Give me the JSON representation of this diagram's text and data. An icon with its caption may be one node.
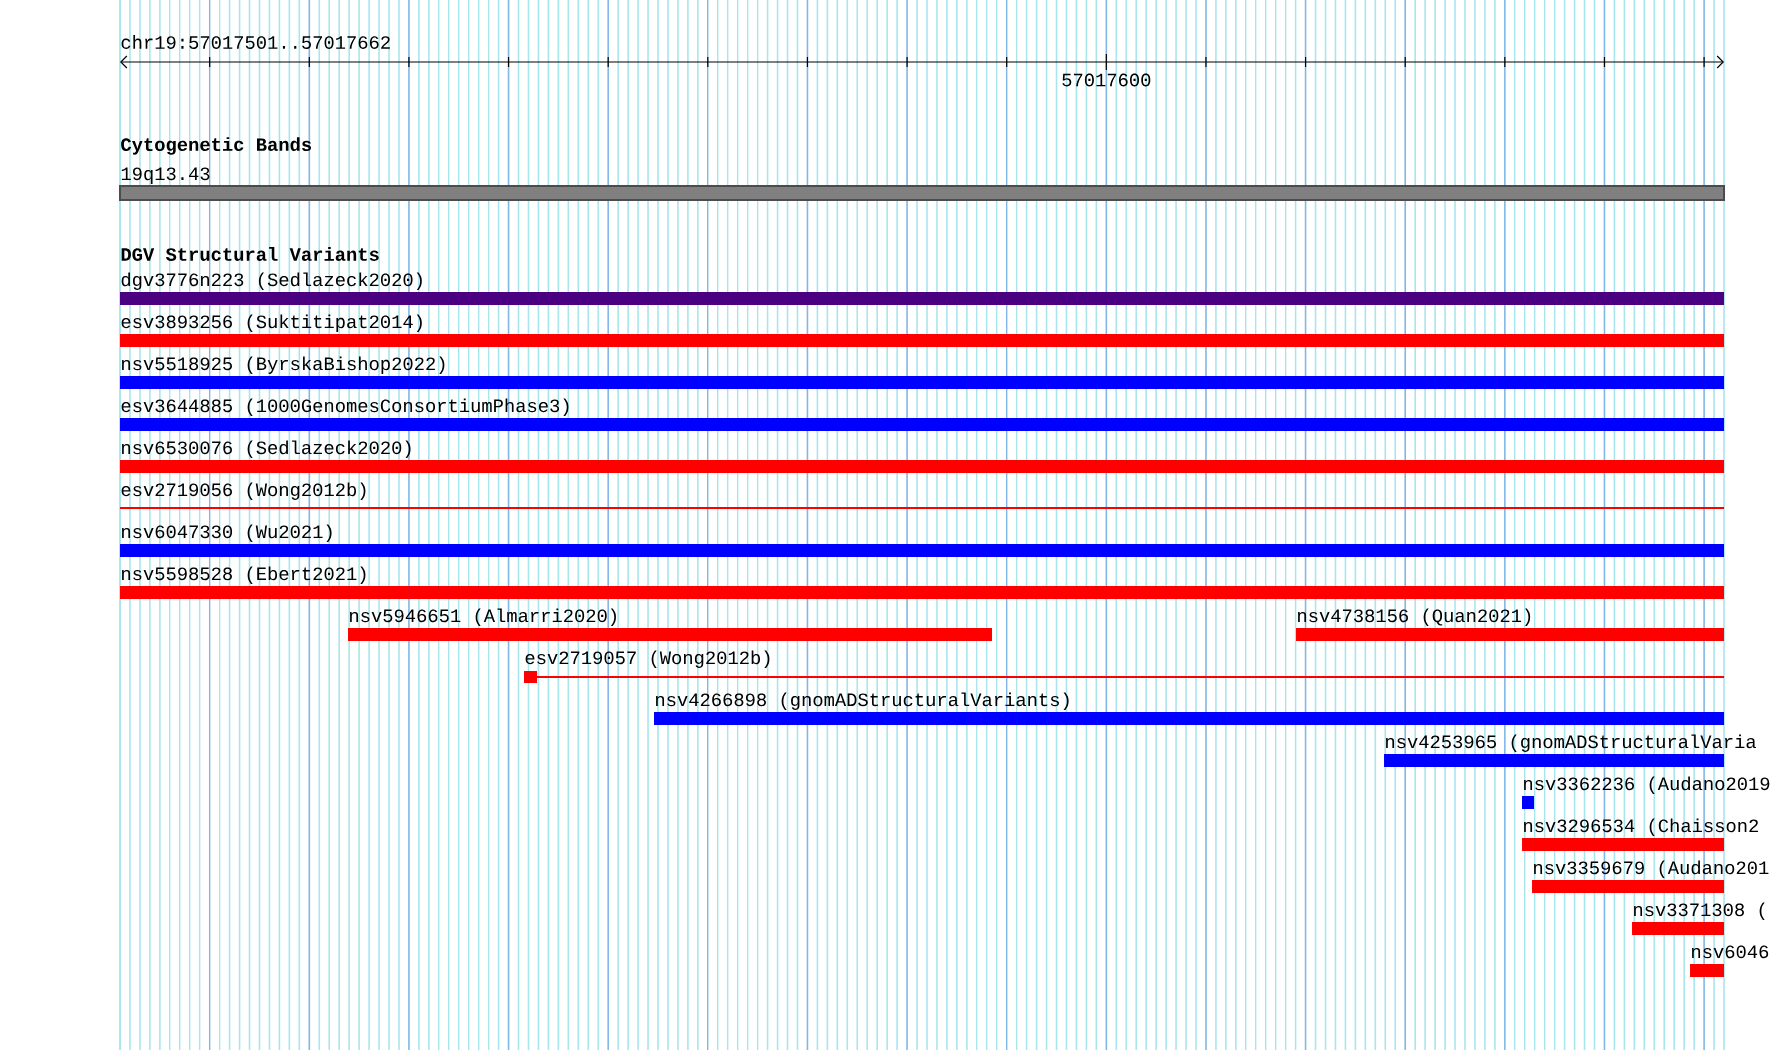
{
  "diagram": {
    "nodes": [
      {
        "text": [
          "19q13.43"
        ]
      },
      {
        "text": [
          "dgv3776n223 (Sedlazeck2020)"
        ]
      },
      {
        "text": [
          "esv3893256 (Suktitipat2014)"
        ]
      },
      {
        "text": [
          "nsv5518925 (ByrskaBishop2022)"
        ]
      },
      {
        "text": [
          "esv3644885 (1000GenomesConsortiumPhase3)"
        ]
      },
      {
        "text": [
          "nsv6530076 (Sedlazeck2020)"
        ]
      },
      {
        "text": [
          "esv2719056 (Wong2012b)"
        ]
      },
      {
        "text": [
          "nsv6047330 (Wu2021)"
        ]
      },
      {
        "text": [
          "nsv5598528 (Ebert2021)"
        ]
      },
      {
        "text": [
          "nsv5946651 (Almarri2020)"
        ]
      },
      {
        "text": [
          "nsv4738156 (Quan2021)"
        ]
      },
      {
        "text": [
          "esv2719057 (Wong2012b)"
        ]
      },
      {
        "text": [
          "nsv4266898 (gnomADStructuralVariants)"
        ]
      },
      {
        "text": [
          "nsv4253965 (gnomADStructuralVaria"
        ]
      },
      {
        "text": [
          "nsv3362236 (Audano2019"
        ]
      },
      {
        "text": [
          "nsv3296534 (Chaisson2"
        ]
      },
      {
        "text": [
          "nsv3359679 (Audano201"
        ]
      },
      {
        "text": [
          "nsv3371308 ("
        ]
      },
      {
        "text": [
          "nsv6046"
        ]
      }
    ],
    "labels": [
      "chr19:57017501..57017662",
      "57017600",
      "Cytogenetic Bands",
      "DGV Structural Variants"
    ]
  }
}
